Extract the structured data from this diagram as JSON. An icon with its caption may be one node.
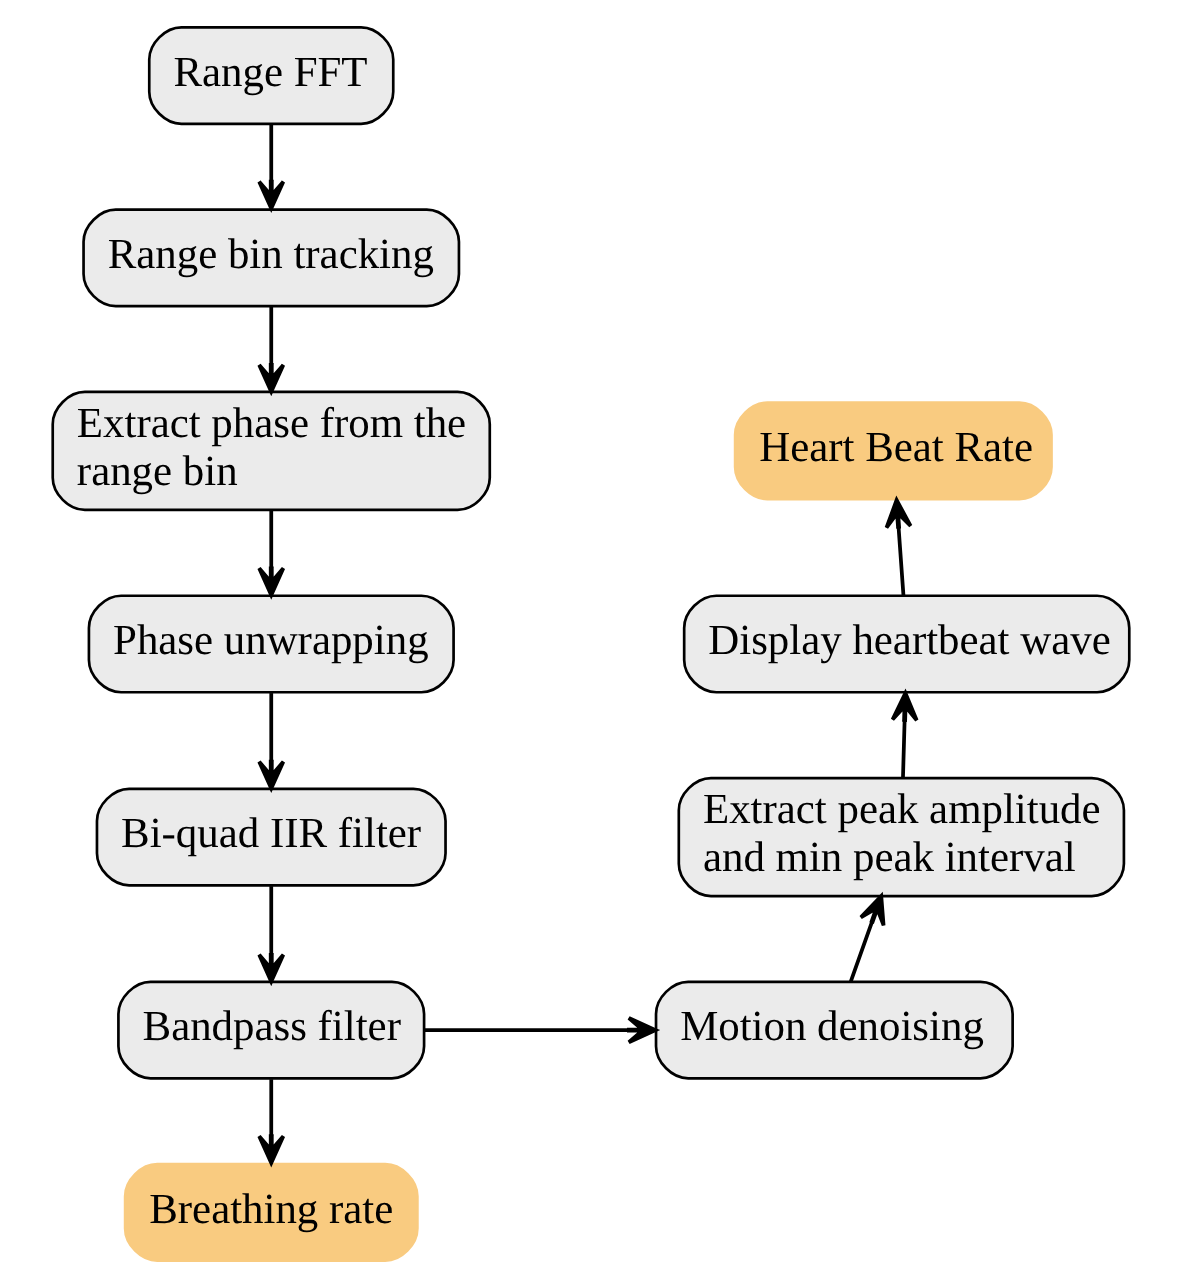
{
  "diagram": {
    "nodes": [
      {
        "text": [
          "Range FFT"
        ]
      },
      {
        "text": [
          "Range bin tracking"
        ]
      },
      {
        "text": [
          "Extract phase from the range bin"
        ]
      },
      {
        "text": [
          "Phase unwrapping"
        ]
      },
      {
        "text": [
          "Bi-quad IIR filter"
        ]
      },
      {
        "text": [
          "Bandpass filter"
        ]
      },
      {
        "text": [
          "Breathing rate"
        ]
      },
      {
        "text": [
          "Motion denoising"
        ]
      },
      {
        "text": [
          "Extract peak amplitude and min peak interval"
        ]
      },
      {
        "text": [
          "Display heartbeat wave"
        ]
      },
      {
        "text": [
          "Heart Beat Rate"
        ]
      }
    ],
    "edges": [
      {
        "from": 0,
        "to": 1,
        "arrow": "to"
      },
      {
        "from": 1,
        "to": 2,
        "arrow": "to"
      },
      {
        "from": 2,
        "to": 3,
        "arrow": "to"
      },
      {
        "from": 3,
        "to": 4,
        "arrow": "to"
      },
      {
        "from": 4,
        "to": 5,
        "arrow": "to"
      },
      {
        "from": 5,
        "to": 6,
        "arrow": "to"
      },
      {
        "from": 5,
        "to": 7,
        "arrow": "to"
      },
      {
        "from": 7,
        "to": 8,
        "arrow": "to"
      },
      {
        "from": 8,
        "to": 9,
        "arrow": "to"
      },
      {
        "from": 9,
        "to": 10,
        "arrow": "to"
      }
    ]
  }
}
